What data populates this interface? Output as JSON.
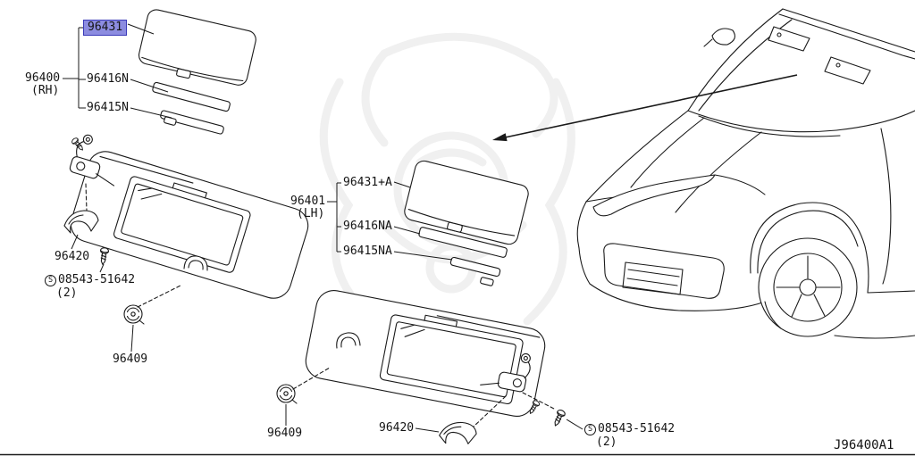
{
  "colors": {
    "highlight_bg": "#8c8ce0",
    "highlight_border": "#3a3ab8"
  },
  "drawing": {
    "code": "J96400A1"
  },
  "callouts": {
    "rh": {
      "group": "96400",
      "group_side": "(RH)",
      "cover": "96431",
      "strip_upper": "96416N",
      "strip_lower": "96415N",
      "clip": "96420",
      "screw_prefix": "S",
      "screw": "08543-51642",
      "screw_qty": "(2)",
      "holder": "96409"
    },
    "lh": {
      "group": "96401",
      "group_side": "(LH)",
      "cover": "96431+A",
      "strip_upper": "96416NA",
      "strip_lower": "96415NA",
      "holder": "96409",
      "clip": "96420",
      "screw_prefix": "S",
      "screw": "08543-51642",
      "screw_qty": "(2)"
    }
  }
}
